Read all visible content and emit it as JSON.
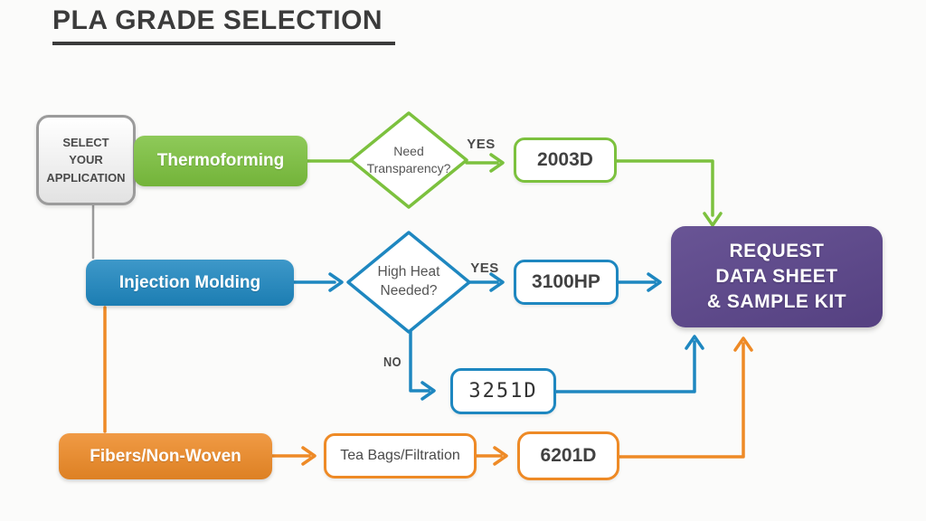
{
  "slide": {
    "title": "PLA GRADE SELECTION"
  },
  "colors": {
    "green": "#7CC13E",
    "blue": "#1E87C0",
    "orange": "#EE8A26",
    "purple": "#5C468C",
    "gray": "#9B9B9B"
  },
  "nodes": {
    "start": {
      "lines": [
        "SELECT",
        "YOUR",
        "APPLICATION"
      ]
    },
    "thermoforming": {
      "label": "Thermoforming"
    },
    "need_transparency": {
      "lines": [
        "Need",
        "Transparency?"
      ]
    },
    "grade_2003d": {
      "label": "2003D"
    },
    "injection_molding": {
      "label": "Injection Molding"
    },
    "high_heat": {
      "lines": [
        "High Heat",
        "Needed?"
      ]
    },
    "grade_3100hp": {
      "label": "3100HP"
    },
    "grade_3251d": {
      "label": "3251D"
    },
    "fibers": {
      "label": "Fibers/Non-Woven"
    },
    "teabags": {
      "label": "Tea Bags/Filtration"
    },
    "grade_6201d": {
      "label": "6201D"
    },
    "request": {
      "lines": [
        "REQUEST",
        "DATA SHEET",
        "& SAMPLE KIT"
      ]
    }
  },
  "edge_labels": {
    "yes_transparency": "YES",
    "yes_high_heat": "YES",
    "no_high_heat": "NO"
  }
}
